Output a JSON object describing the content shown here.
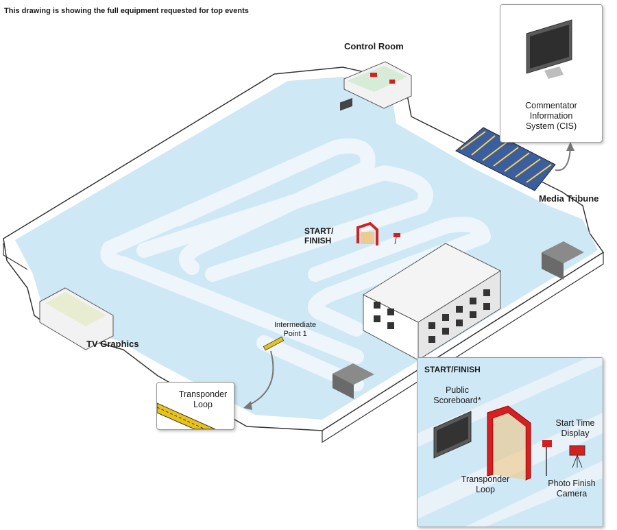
{
  "header": {
    "note": "This drawing is showing the full equipment requested for top events"
  },
  "labels": {
    "control_room": "Control Room",
    "media_tribune": "Media Tribune",
    "tv_graphics": "TV Graphics",
    "start_finish_line1": "START/",
    "start_finish_line2": "FINISH",
    "intermediate_line1": "Intermediate",
    "intermediate_line2": "Point 1"
  },
  "cis_callout": {
    "line1": "Commentator",
    "line2": "Information",
    "line3": "System (CIS)"
  },
  "transponder_callout": {
    "line1": "Transponder",
    "line2": "Loop"
  },
  "inset": {
    "title": "START/FINISH",
    "scoreboard_line1": "Public",
    "scoreboard_line2": "Scoreboard*",
    "start_time_line1": "Start Time",
    "start_time_line2": "Display",
    "loop_line1": "Transponder",
    "loop_line2": "Loop",
    "camera_line1": "Photo Finish",
    "camera_line2": "Camera"
  },
  "colors": {
    "ice": "#cfe8f5",
    "track": "#eef6fb",
    "gate_red": "#d42020",
    "wall": "#ffffff",
    "outline": "#333333"
  }
}
